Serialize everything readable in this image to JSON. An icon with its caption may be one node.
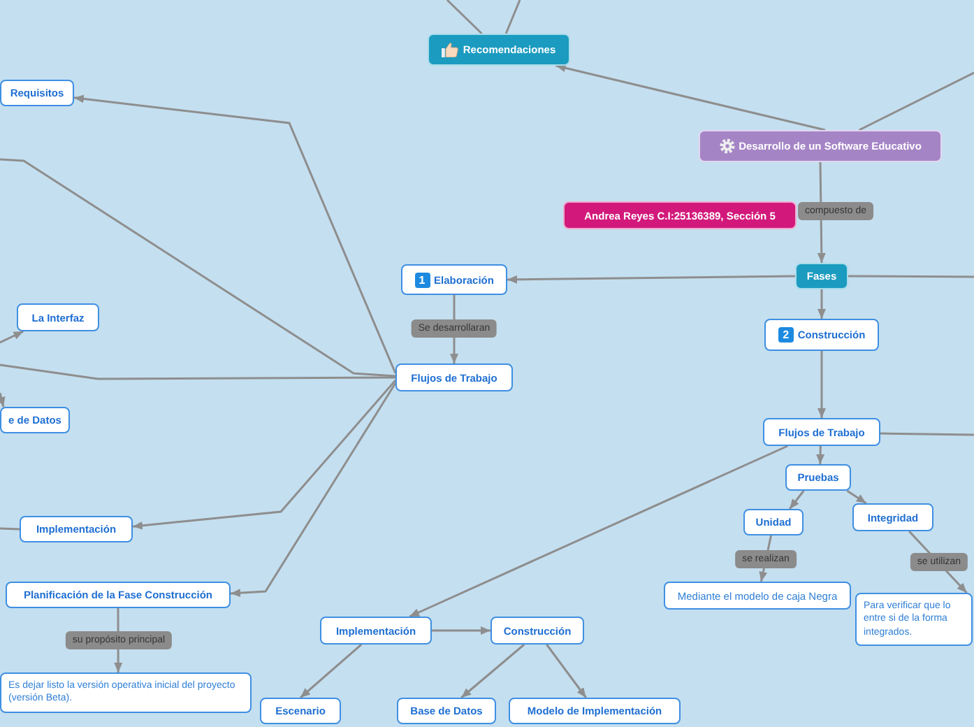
{
  "diagram": {
    "nodes": [
      {
        "text": [
          "Recomendaciones"
        ]
      },
      {
        "text": [
          "Requisitos"
        ]
      },
      {
        "text": [
          "Desarrollo de un Software Educativo"
        ]
      },
      {
        "text": [
          "Andrea Reyes C.I:25136389, Sección 5"
        ]
      },
      {
        "text": [
          "Fases"
        ]
      },
      {
        "text": [
          "1",
          "Elaboración"
        ]
      },
      {
        "text": [
          "La Interfaz"
        ]
      },
      {
        "text": [
          "2",
          "Construcción"
        ]
      },
      {
        "text": [
          "Flujos de Trabajo"
        ]
      },
      {
        "text": [
          "e de Datos"
        ]
      },
      {
        "text": [
          "Flujos de Trabajo"
        ]
      },
      {
        "text": [
          "Pruebas"
        ]
      },
      {
        "text": [
          "Unidad"
        ]
      },
      {
        "text": [
          "Integridad"
        ]
      },
      {
        "text": [
          "Implementación"
        ]
      },
      {
        "text": [
          "Mediante el modelo de caja Negra"
        ]
      },
      {
        "text": [
          "Planificación de la Fase Construcción"
        ]
      },
      {
        "text": [
          "Para verificar que lo entre si de la forma integrados."
        ]
      },
      {
        "text": [
          "Implementación"
        ]
      },
      {
        "text": [
          "Construcción"
        ]
      },
      {
        "text": [
          "Es dejar listo la versión operativa inicial del proyecto (versión Beta)."
        ]
      },
      {
        "text": [
          "Escenario"
        ]
      },
      {
        "text": [
          "Base de Datos"
        ]
      },
      {
        "text": [
          "Modelo de Implementación"
        ]
      }
    ],
    "edges": [
      {
        "from": 2,
        "to": 0,
        "arrow": "to"
      },
      {
        "from": 0,
        "to": null,
        "arrow": "none"
      },
      {
        "from": 0,
        "to": null,
        "arrow": "none"
      },
      {
        "from": 2,
        "to": null,
        "arrow": "none"
      },
      {
        "from": 2,
        "to": 4,
        "arrow": "to",
        "label": "compuesto de"
      },
      {
        "from": 4,
        "to": 5,
        "arrow": "to"
      },
      {
        "from": 4,
        "to": null,
        "arrow": "none"
      },
      {
        "from": 4,
        "to": 7,
        "arrow": "to"
      },
      {
        "from": 5,
        "to": 8,
        "arrow": "to",
        "label": "Se desarrollaran"
      },
      {
        "from": 8,
        "to": 1,
        "arrow": "to"
      },
      {
        "from": 8,
        "to": null,
        "arrow": "none"
      },
      {
        "from": 8,
        "to": null,
        "arrow": "none"
      },
      {
        "from": null,
        "to": 6,
        "arrow": "to"
      },
      {
        "from": null,
        "to": 9,
        "arrow": "to"
      },
      {
        "from": 8,
        "to": 14,
        "arrow": "to"
      },
      {
        "from": 8,
        "to": 16,
        "arrow": "to"
      },
      {
        "from": 14,
        "to": null,
        "arrow": "none"
      },
      {
        "from": 16,
        "to": 20,
        "arrow": "to",
        "label": "su propósito principal"
      },
      {
        "from": 7,
        "to": 10,
        "arrow": "to"
      },
      {
        "from": 10,
        "to": null,
        "arrow": "none"
      },
      {
        "from": 10,
        "to": 11,
        "arrow": "to"
      },
      {
        "from": 11,
        "to": 12,
        "arrow": "to"
      },
      {
        "from": 11,
        "to": 13,
        "arrow": "to"
      },
      {
        "from": 12,
        "to": 15,
        "arrow": "to",
        "label": "se realizan"
      },
      {
        "from": 13,
        "to": 17,
        "arrow": "to",
        "label": "se utilizan"
      },
      {
        "from": 10,
        "to": 18,
        "arrow": "to"
      },
      {
        "from": 18,
        "to": 19,
        "arrow": "to"
      },
      {
        "from": 18,
        "to": 21,
        "arrow": "to"
      },
      {
        "from": 19,
        "to": 22,
        "arrow": "to"
      },
      {
        "from": 19,
        "to": 23,
        "arrow": "to"
      }
    ]
  }
}
